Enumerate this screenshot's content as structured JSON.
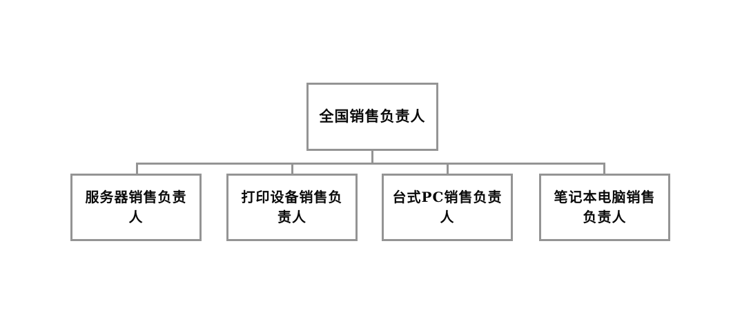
{
  "chart_data": {
    "type": "diagram",
    "diagram_type": "organization-chart",
    "title": "",
    "orientation": "top-down",
    "levels": 2,
    "node_count": 5,
    "edge_count": 4,
    "colors": {
      "border": "#949494",
      "box_fill": "#ffffff",
      "connector": "#949494",
      "text": "#0a0a0a",
      "background": "#ffffff"
    },
    "nodes": [
      {
        "id": "root",
        "label": "全国销售负责人",
        "level": 0,
        "parent": null
      },
      {
        "id": "child-0",
        "label": "服务器销售负责人",
        "level": 1,
        "parent": "root"
      },
      {
        "id": "child-1",
        "label": "打印设备销售负责人",
        "level": 1,
        "parent": "root"
      },
      {
        "id": "child-2",
        "label": "台式PC销售负责人",
        "level": 1,
        "parent": "root"
      },
      {
        "id": "child-3",
        "label": "笔记本电脑销售负责人",
        "level": 1,
        "parent": "root"
      }
    ],
    "edges": [
      {
        "from": "root",
        "to": "child-0"
      },
      {
        "from": "root",
        "to": "child-1"
      },
      {
        "from": "root",
        "to": "child-2"
      },
      {
        "from": "root",
        "to": "child-3"
      }
    ]
  },
  "root": {
    "label": "全国销售负责人"
  },
  "children": [
    {
      "label": "服务器销售负责人"
    },
    {
      "label": "打印设备销售负责人"
    },
    {
      "label": "台式PC销售负责人"
    },
    {
      "label": "笔记本电脑销售负责人"
    }
  ]
}
